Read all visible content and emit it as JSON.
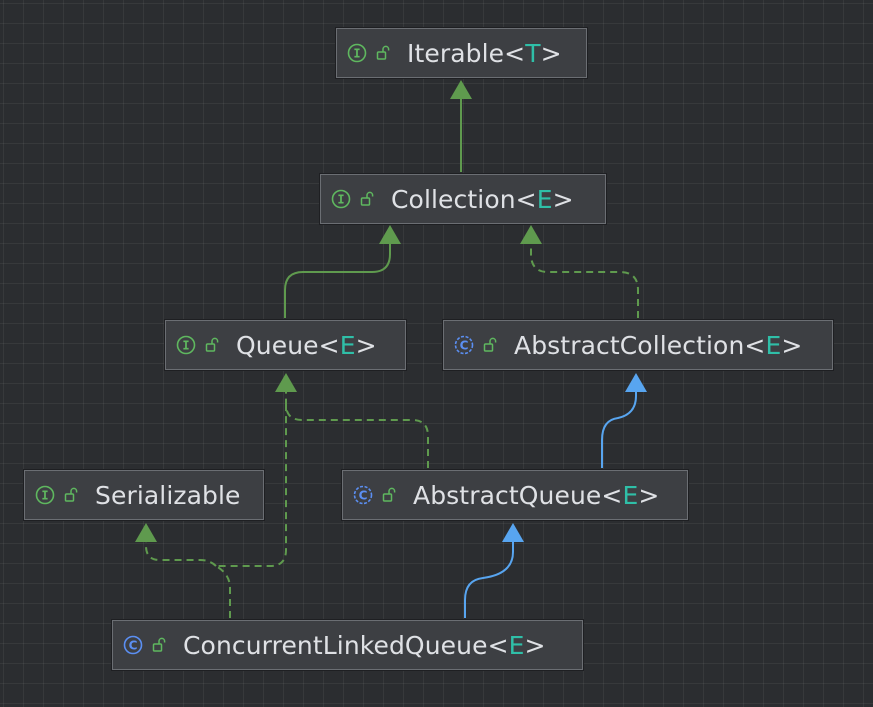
{
  "colors": {
    "canvas": "#2b2d30",
    "node_fill": "#3d3f43",
    "node_border": "#6b6e73",
    "text": "#dfe1e5",
    "type_param": "#2fbfa8",
    "interface_icon": "#5fb85f",
    "class_icon": "#5b8ff3",
    "interface_edge": "#5f9a4e",
    "class_edge": "#58a5f0"
  },
  "nodes": {
    "iterable": {
      "kind": "interface",
      "kind_icon": "interface-icon",
      "access_icon": "public-lock-icon",
      "name": "Iterable",
      "lt": "<",
      "param": "T",
      "gt": ">"
    },
    "collection": {
      "kind": "interface",
      "kind_icon": "interface-icon",
      "access_icon": "public-lock-icon",
      "name": "Collection",
      "lt": "<",
      "param": "E",
      "gt": ">"
    },
    "queue": {
      "kind": "interface",
      "kind_icon": "interface-icon",
      "access_icon": "public-lock-icon",
      "name": "Queue",
      "lt": "<",
      "param": "E",
      "gt": ">"
    },
    "abstract_coll": {
      "kind": "class",
      "kind_icon": "abstract-class-icon",
      "access_icon": "public-lock-icon",
      "name": "AbstractCollection",
      "lt": "<",
      "param": "E",
      "gt": ">"
    },
    "serializable": {
      "kind": "interface",
      "kind_icon": "interface-icon",
      "access_icon": "public-lock-icon",
      "name": "Serializable"
    },
    "abstract_queue": {
      "kind": "class",
      "kind_icon": "abstract-class-icon",
      "access_icon": "public-lock-icon",
      "name": "AbstractQueue",
      "lt": "<",
      "param": "E",
      "gt": ">"
    },
    "clq": {
      "kind": "class",
      "kind_icon": "class-icon",
      "access_icon": "public-lock-icon",
      "name": "ConcurrentLinkedQueue",
      "lt": "<",
      "param": "E",
      "gt": ">"
    }
  },
  "edges": [
    {
      "from": "collection",
      "to": "iterable",
      "relation": "extends",
      "style": "solid",
      "color": "#5f9a4e"
    },
    {
      "from": "queue",
      "to": "collection",
      "relation": "extends",
      "style": "solid",
      "color": "#5f9a4e"
    },
    {
      "from": "abstract_coll",
      "to": "collection",
      "relation": "implements",
      "style": "dashed",
      "color": "#5f9a4e"
    },
    {
      "from": "abstract_queue",
      "to": "queue",
      "relation": "implements",
      "style": "dashed",
      "color": "#5f9a4e"
    },
    {
      "from": "abstract_queue",
      "to": "abstract_coll",
      "relation": "extends",
      "style": "solid",
      "color": "#58a5f0"
    },
    {
      "from": "clq",
      "to": "queue",
      "relation": "implements",
      "style": "dashed",
      "color": "#5f9a4e"
    },
    {
      "from": "clq",
      "to": "serializable",
      "relation": "implements",
      "style": "dashed",
      "color": "#5f9a4e"
    },
    {
      "from": "clq",
      "to": "abstract_queue",
      "relation": "extends",
      "style": "solid",
      "color": "#58a5f0"
    }
  ]
}
